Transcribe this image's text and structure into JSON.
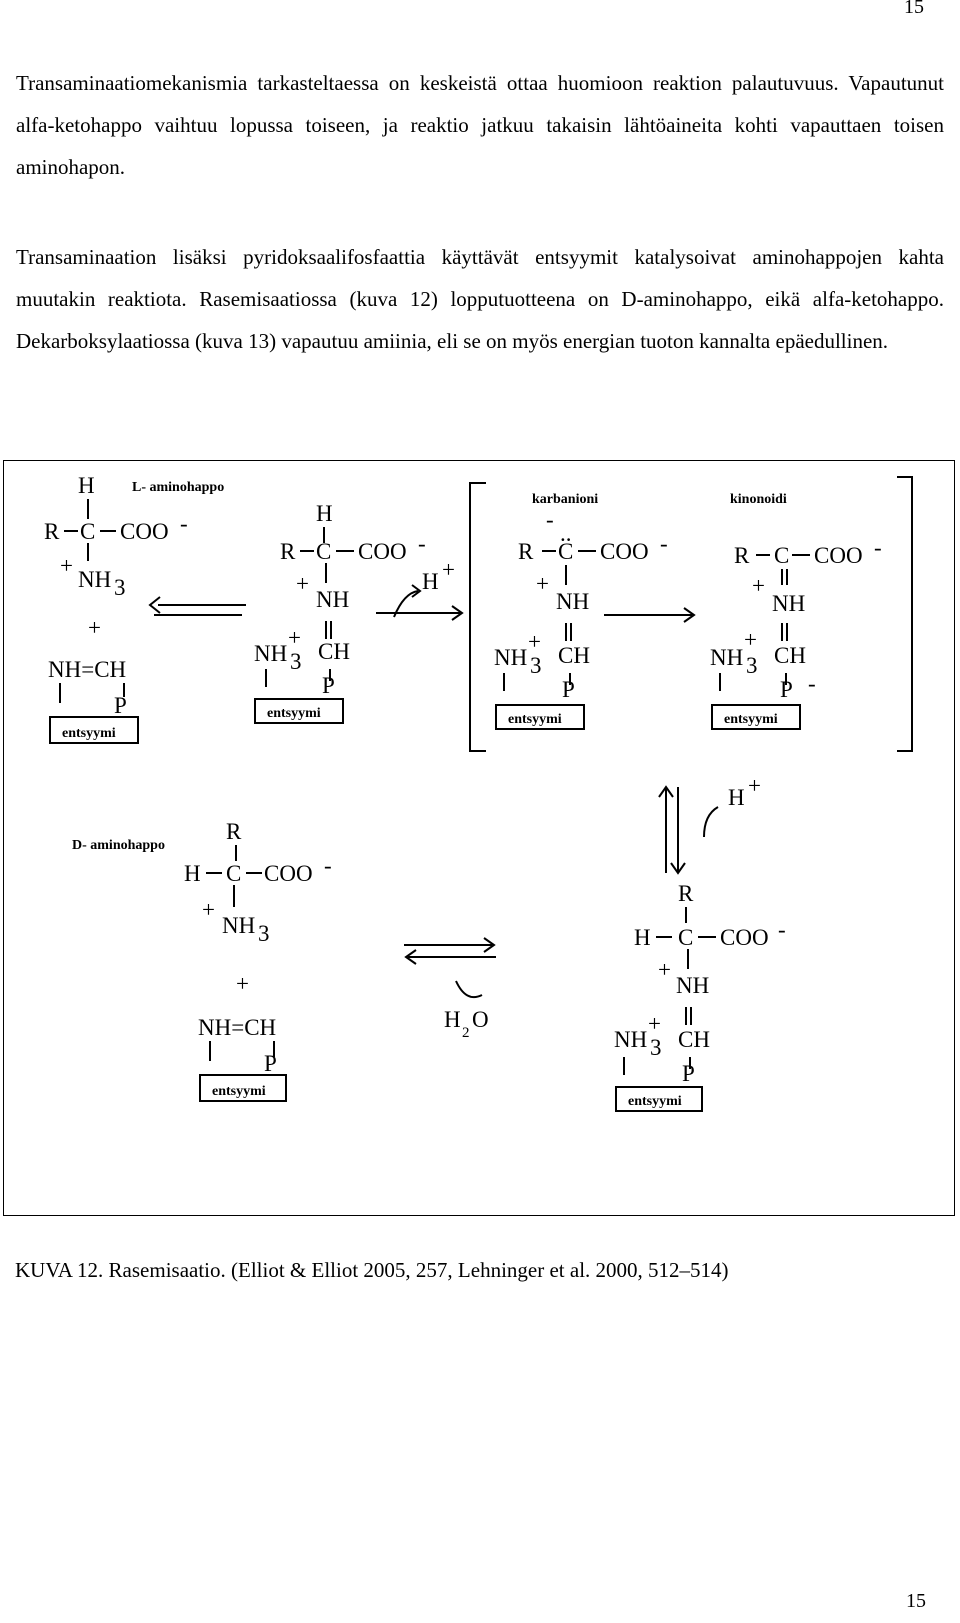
{
  "page_number": "15",
  "paragraphs": [
    "Transaminaatiomekanismia tarkasteltaessa on keskeistä ottaa huomioon reaktion palautuvuus. Vapautunut alfa-ketohappo vaihtuu lopussa toiseen, ja reaktio jatkuu takaisin lähtöaineita kohti vapauttaen toisen aminohapon.",
    "Transaminaation lisäksi pyridoksaalifosfaattia käyttävät entsyymit katalysoivat aminohappojen kahta muutakin reaktiota. Rasemisaatiossa (kuva 12) lopputuotteena on D-aminohappo, eikä alfa-ketohappo. Dekarboksylaatiossa (kuva 13) vapautuu amiinia, eli se on myös energian tuoton kannalta epäedullinen."
  ],
  "figure": {
    "labels": {
      "l_amino": "L- aminohappo",
      "d_amino": "D- aminohappo",
      "carbanion": "karbanioni",
      "quinonoid": "kinonoidi",
      "enzyme": "entsyymi"
    },
    "atoms": {
      "H": "H",
      "R": "R",
      "C": "C",
      "COO": "COO",
      "NH": "NH",
      "NH3": "NH",
      "CH": "CH",
      "P": "P",
      "NH_CH": "NH=CH",
      "H2O": "H",
      "O": "O",
      "minus": "-",
      "plus": "+",
      "sub3": "3",
      "sub2": "2",
      "lone_pair": ".."
    }
  },
  "caption": "KUVA 12. Rasemisaatio. (Elliot & Elliot 2005, 257, Lehninger et al. 2000, 512–514)"
}
